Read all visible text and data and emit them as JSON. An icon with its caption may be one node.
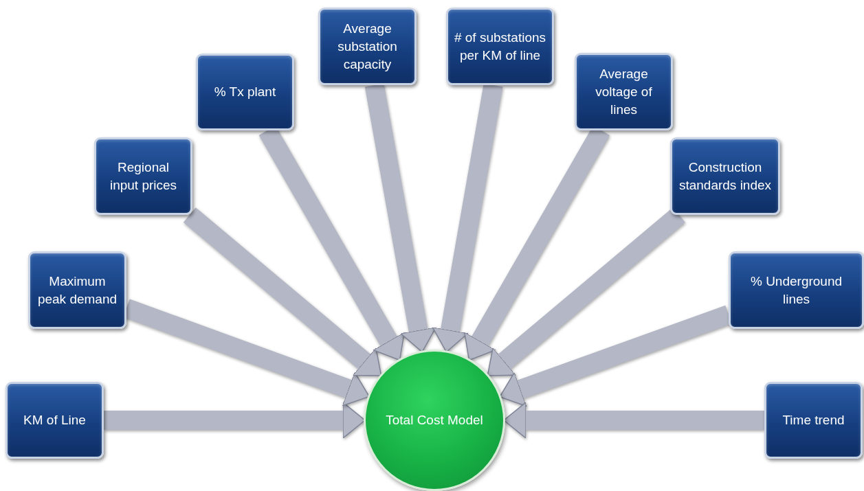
{
  "diagram": {
    "nodes": [
      {
        "text": [
          "KM of Line"
        ]
      },
      {
        "text": [
          "Maximum peak demand"
        ]
      },
      {
        "text": [
          "Regional input prices"
        ]
      },
      {
        "text": [
          "% Tx plant"
        ]
      },
      {
        "text": [
          "Average substation capacity"
        ]
      },
      {
        "text": [
          "# of substations per KM of line"
        ]
      },
      {
        "text": [
          "Average voltage of lines"
        ]
      },
      {
        "text": [
          "Construction standards index"
        ]
      },
      {
        "text": [
          "% Underground lines"
        ]
      },
      {
        "text": [
          "Time trend"
        ]
      },
      {
        "text": [
          "Total Cost Model"
        ]
      }
    ],
    "edges": [
      {
        "from": 0,
        "to": 10,
        "arrow": "to"
      },
      {
        "from": 1,
        "to": 10,
        "arrow": "to"
      },
      {
        "from": 2,
        "to": 10,
        "arrow": "to"
      },
      {
        "from": 3,
        "to": 10,
        "arrow": "to"
      },
      {
        "from": 4,
        "to": 10,
        "arrow": "to"
      },
      {
        "from": 5,
        "to": 10,
        "arrow": "to"
      },
      {
        "from": 6,
        "to": 10,
        "arrow": "to"
      },
      {
        "from": 7,
        "to": 10,
        "arrow": "to"
      },
      {
        "from": 8,
        "to": 10,
        "arrow": "to"
      },
      {
        "from": 9,
        "to": 10,
        "arrow": "to"
      }
    ]
  }
}
